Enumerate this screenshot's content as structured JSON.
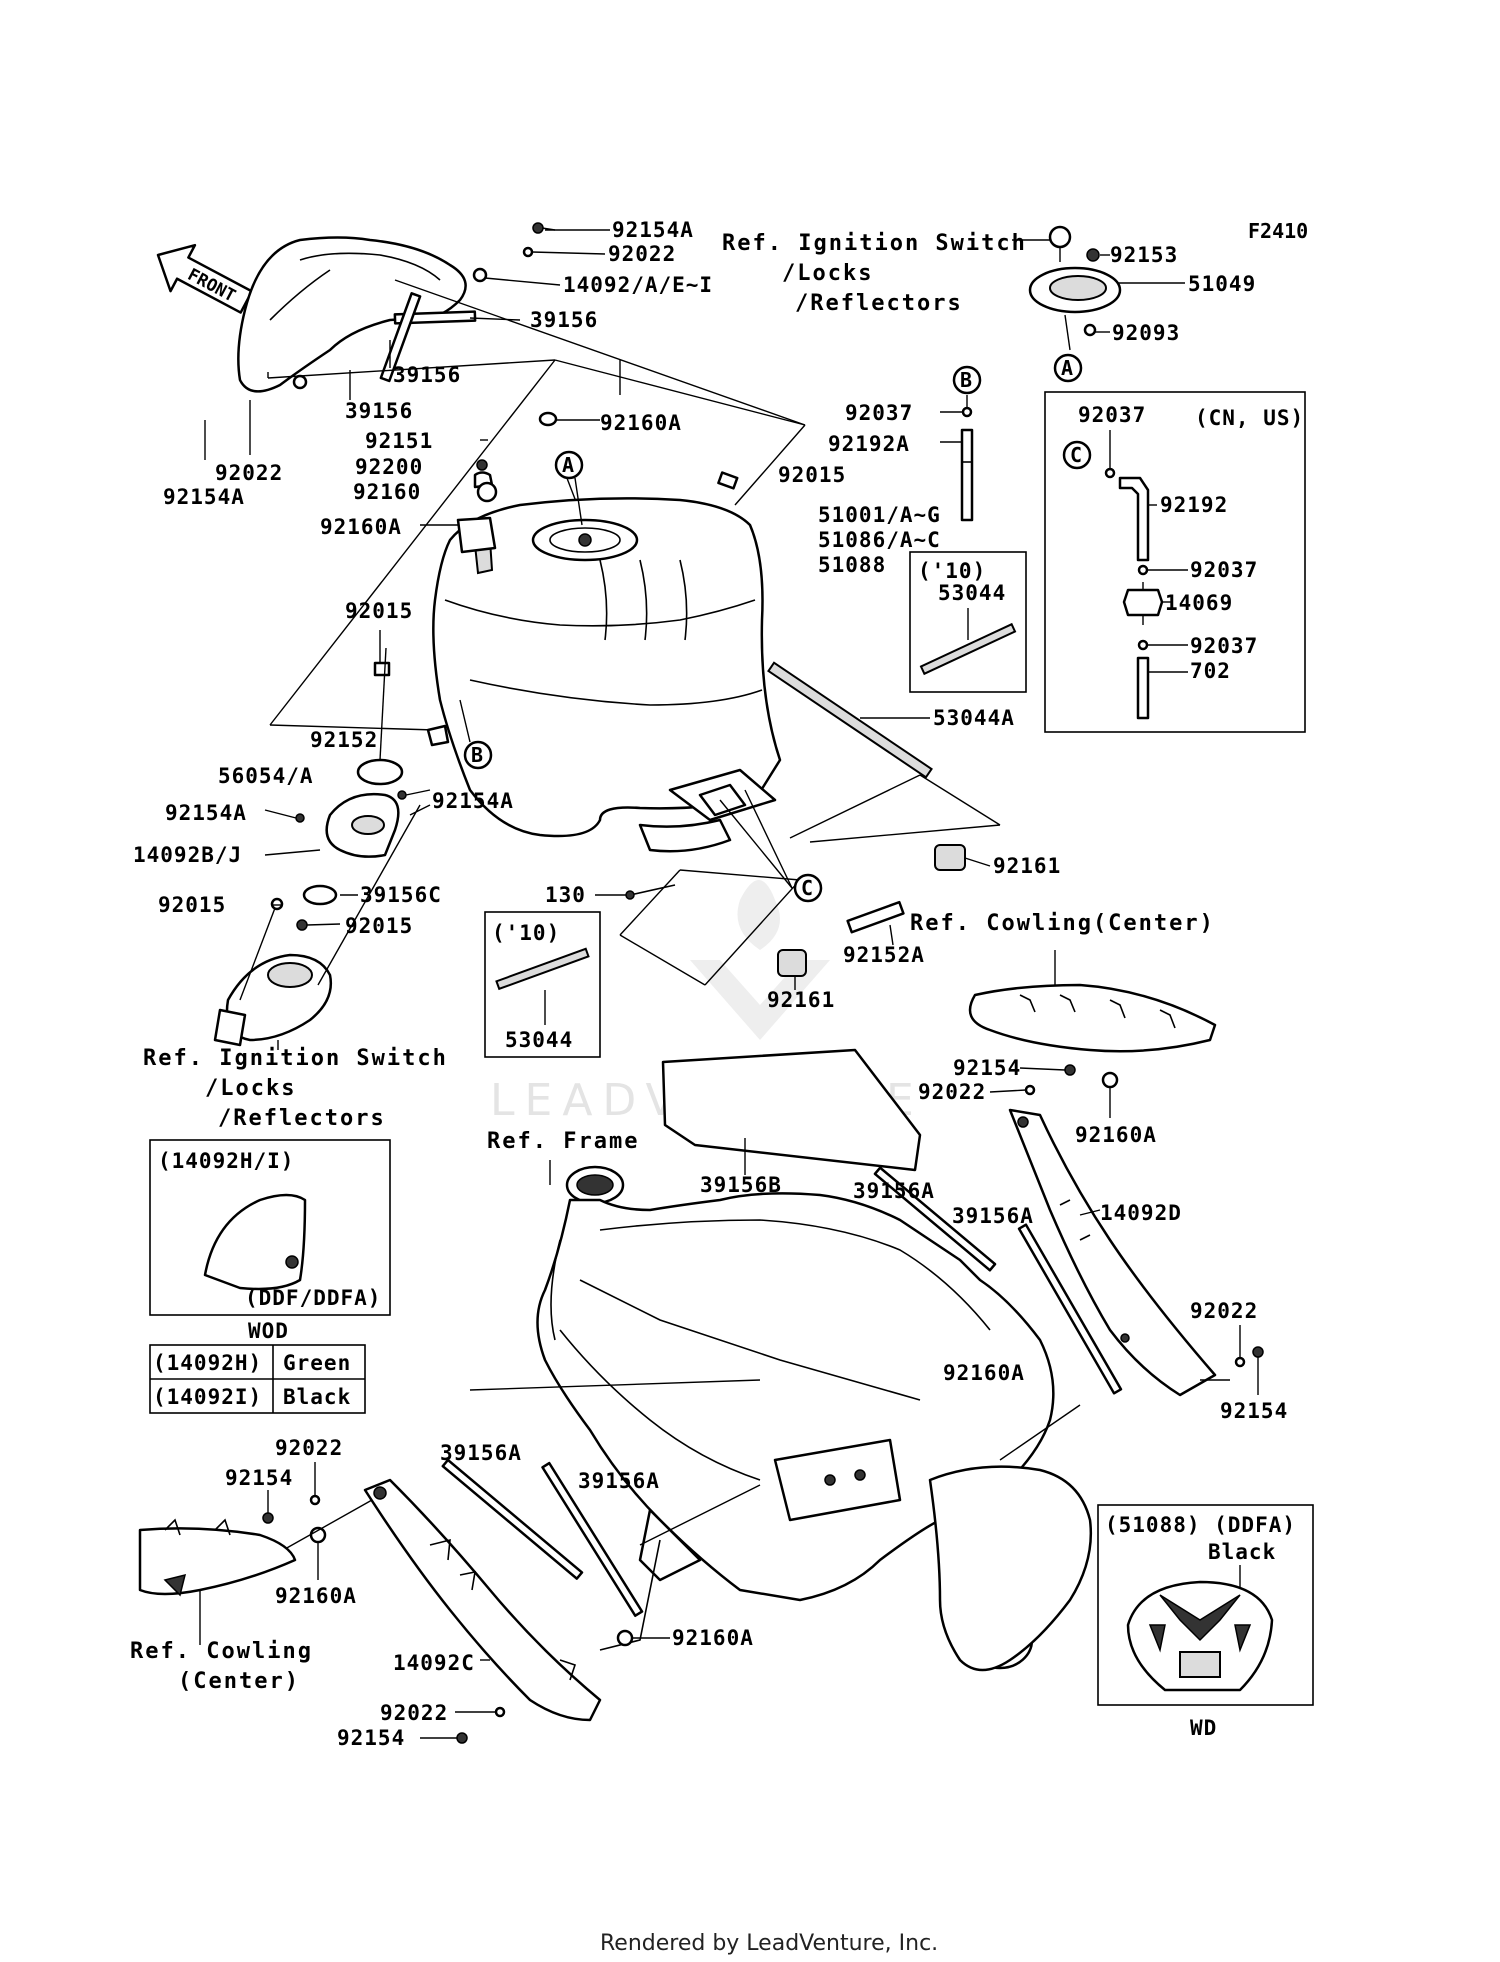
{
  "figure_code": "F2410",
  "watermark": "LEADVENTURE",
  "footer": "Rendered by LeadVenture, Inc.",
  "front_label": "FRONT",
  "labels": {
    "92154A_top": "92154A",
    "92022_top": "92022",
    "14092_AEI": "14092/A/E~I",
    "39156_a": "39156",
    "39156_b": "39156",
    "39156_c": "39156",
    "92022_left": "92022",
    "92154A_left": "92154A",
    "92160A_a": "92160A",
    "92151": "92151",
    "92200": "92200",
    "92160": "92160",
    "92160A_b": "92160A",
    "92015_a": "92015",
    "92015_b": "92015",
    "51001": "51001/A~G",
    "51086": "51086/A~C",
    "51088": "51088",
    "92152": "92152",
    "56054": "56054/A",
    "92154A_c": "92154A",
    "92154A_d": "92154A",
    "14092BJ": "14092B/J",
    "92015_c": "92015",
    "39156C": "39156C",
    "92015_d": "92015",
    "130": "130",
    "92161_a": "92161",
    "92161_b": "92161",
    "92152A": "92152A",
    "53044A": "53044A",
    "92037_a": "92037",
    "92192A": "92192A",
    "92153": "92153",
    "51049": "51049",
    "92093": "92093",
    "39156B": "39156B",
    "39156A_a": "39156A",
    "39156A_b": "39156A",
    "39156A_c": "39156A",
    "39156A_d": "39156A",
    "92154_a": "92154",
    "92022_a": "92022",
    "92160A_c": "92160A",
    "14092D": "14092D",
    "92022_b": "92022",
    "92154_b": "92154",
    "92160A_d": "92160A",
    "92022_c": "92022",
    "92154_c": "92154",
    "92160A_e": "92160A",
    "14092C": "14092C",
    "92160A_f": "92160A",
    "92022_d": "92022",
    "92154_d": "92154"
  },
  "references": {
    "ignition_top": [
      "Ref. Ignition Switch",
      "/Locks",
      "/Reflectors"
    ],
    "ignition_left": [
      "Ref. Ignition Switch",
      "/Locks",
      "/Reflectors"
    ],
    "cowling_center_right": "Ref. Cowling(Center)",
    "cowling_center_left": [
      "Ref. Cowling",
      "(Center)"
    ],
    "frame": "Ref. Frame"
  },
  "callouts": {
    "A": "A",
    "B": "B",
    "C": "C"
  },
  "box_cn_us": {
    "title": "(CN, US)",
    "parts": [
      "92037",
      "92192",
      "92037",
      "14069",
      "92037",
      "702"
    ]
  },
  "box_10_right": {
    "title": "('10)",
    "part": "53044"
  },
  "box_10_left": {
    "title": "('10)",
    "part": "53044"
  },
  "box_wod": {
    "title": "(14092H/I)",
    "variant": "(DDF/DDFA)",
    "caption": "WOD",
    "color_table": [
      {
        "part": "(14092H)",
        "color": "Green"
      },
      {
        "part": "(14092I)",
        "color": "Black"
      }
    ]
  },
  "box_wd": {
    "title": "(51088) (DDFA)",
    "color": "Black",
    "caption": "WD"
  }
}
